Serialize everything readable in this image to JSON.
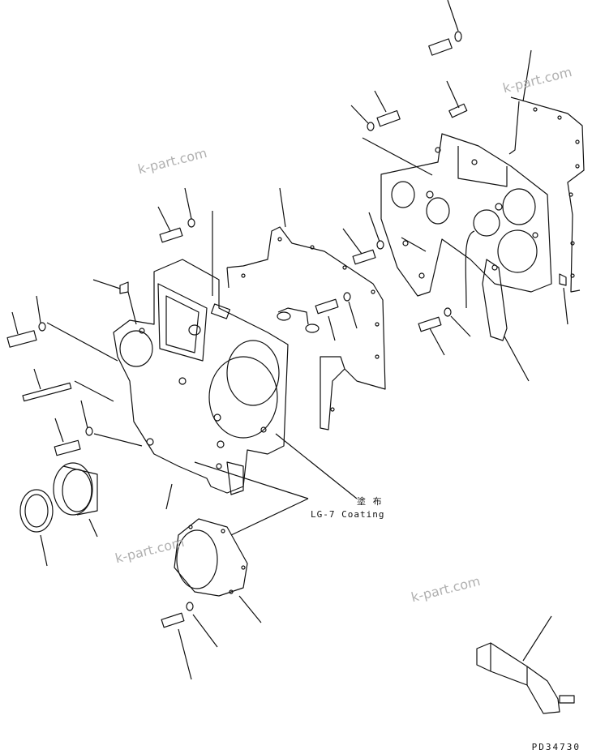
{
  "watermark": "k-part.com",
  "notes": {
    "coating_jp": "塗 布",
    "coating_en": "LG-7 Coating"
  },
  "drawing_code": "PD34730",
  "colors": {
    "line": "#111111",
    "watermark": "#b0b0b0",
    "background": "#ffffff"
  }
}
